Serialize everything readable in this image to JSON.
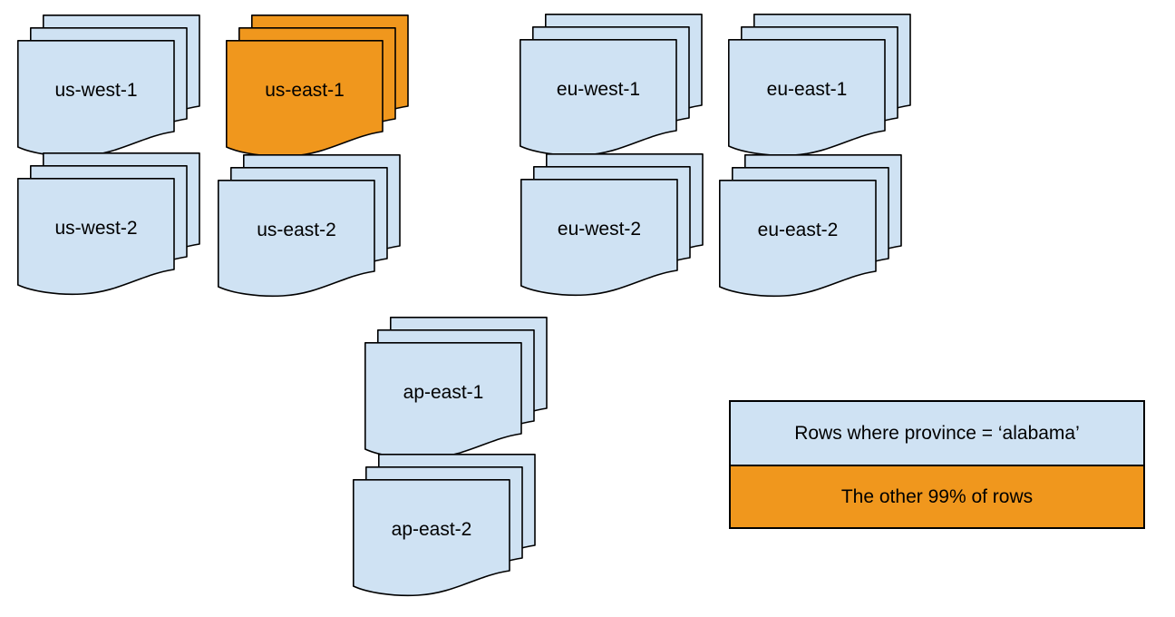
{
  "colors": {
    "doc_blue": "#cfe2f3",
    "doc_orange": "#f0971d",
    "stroke": "#000000"
  },
  "stacks": [
    {
      "id": "us-west-1",
      "label": "us-west-1",
      "color": "blue"
    },
    {
      "id": "us-east-1",
      "label": "us-east-1",
      "color": "orange"
    },
    {
      "id": "eu-west-1",
      "label": "eu-west-1",
      "color": "blue"
    },
    {
      "id": "eu-east-1",
      "label": "eu-east-1",
      "color": "blue"
    },
    {
      "id": "us-west-2",
      "label": "us-west-2",
      "color": "blue"
    },
    {
      "id": "us-east-2",
      "label": "us-east-2",
      "color": "blue"
    },
    {
      "id": "eu-west-2",
      "label": "eu-west-2",
      "color": "blue"
    },
    {
      "id": "eu-east-2",
      "label": "eu-east-2",
      "color": "blue"
    },
    {
      "id": "ap-east-1",
      "label": "ap-east-1",
      "color": "blue"
    },
    {
      "id": "ap-east-2",
      "label": "ap-east-2",
      "color": "blue"
    }
  ],
  "legend": {
    "items": [
      {
        "label": "Rows where province = ‘alabama’",
        "color": "blue"
      },
      {
        "label": "The other 99% of rows",
        "color": "orange"
      }
    ]
  }
}
